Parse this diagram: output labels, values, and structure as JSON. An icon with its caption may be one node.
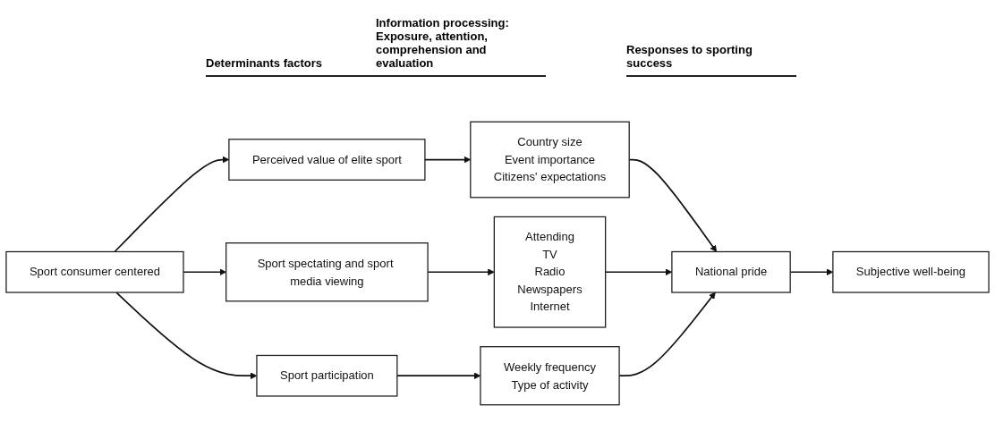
{
  "diagram": {
    "nodes": [
      {
        "text": [
          "Sport consumer centered"
        ]
      },
      {
        "text": [
          "Perceived value of elite sport"
        ]
      },
      {
        "text": [
          "Sport spectating and sport media viewing"
        ]
      },
      {
        "text": [
          "Sport participation"
        ]
      },
      {
        "text": [
          "Country size",
          "Event importance",
          "Citizens' expectations"
        ]
      },
      {
        "text": [
          "Attending",
          "TV",
          "Radio",
          "Newspapers",
          "Internet"
        ]
      },
      {
        "text": [
          "Weekly frequency",
          "Type of activity"
        ]
      },
      {
        "text": [
          "National pride"
        ]
      },
      {
        "text": [
          "Subjective well-being"
        ]
      }
    ],
    "edges": [
      {
        "from": 0,
        "to": 1,
        "arrow": "to"
      },
      {
        "from": 0,
        "to": 2,
        "arrow": "to"
      },
      {
        "from": 0,
        "to": 3,
        "arrow": "to"
      },
      {
        "from": 1,
        "to": 4,
        "arrow": "to"
      },
      {
        "from": 2,
        "to": 5,
        "arrow": "to"
      },
      {
        "from": 3,
        "to": 6,
        "arrow": "to"
      },
      {
        "from": 4,
        "to": 7,
        "arrow": "to"
      },
      {
        "from": 5,
        "to": 7,
        "arrow": "to"
      },
      {
        "from": 6,
        "to": 7,
        "arrow": "to"
      },
      {
        "from": 7,
        "to": 8,
        "arrow": "to"
      }
    ],
    "labels": [
      "Determinants factors",
      "Information processing: Exposure, attention, comprehension and evaluation",
      "Responses to sporting success"
    ]
  }
}
